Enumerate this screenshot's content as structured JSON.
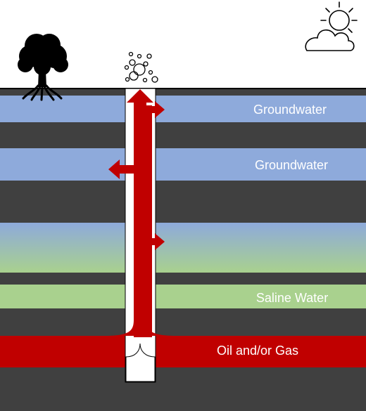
{
  "layers": {
    "groundwater_1": "Groundwater",
    "groundwater_2": "Groundwater",
    "saline": "Saline Water",
    "oil_gas": "Oil and/or Gas"
  },
  "colors": {
    "rock": "#404040",
    "groundwater": "#8eaadb",
    "saline": "#a9d18e",
    "oil_gas": "#c00000",
    "leak_arrow": "#c00000",
    "well_casing": "#ffffff",
    "sky": "#ffffff"
  },
  "icons": {
    "tree": "tree-icon",
    "sun_cloud": "sun-behind-cloud-icon",
    "bubbles": "gas-bubbles-icon"
  }
}
